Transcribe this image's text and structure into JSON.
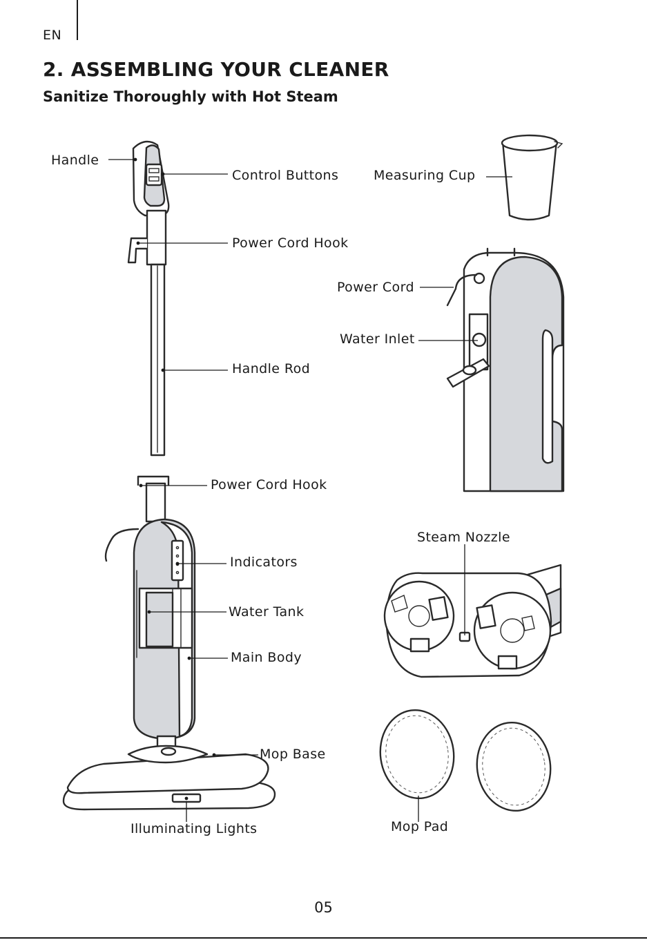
{
  "header": {
    "language": "EN",
    "title": "2. ASSEMBLING YOUR CLEANER",
    "subtitle": "Sanitize Thoroughly with Hot Steam"
  },
  "labels": {
    "handle": "Handle",
    "control_buttons": "Control Buttons",
    "measuring_cup": "Measuring Cup",
    "power_cord_hook_top": "Power Cord Hook",
    "power_cord": "Power Cord",
    "water_inlet": "Water Inlet",
    "handle_rod": "Handle Rod",
    "power_cord_hook_body": "Power Cord Hook",
    "steam_nozzle": "Steam Nozzle",
    "indicators": "Indicators",
    "water_tank": "Water Tank",
    "main_body": "Main Body",
    "mop_base": "Mop Base",
    "illuminating_lights": "Illuminating Lights",
    "mop_pad": "Mop Pad"
  },
  "footer": {
    "page_number": "05"
  }
}
